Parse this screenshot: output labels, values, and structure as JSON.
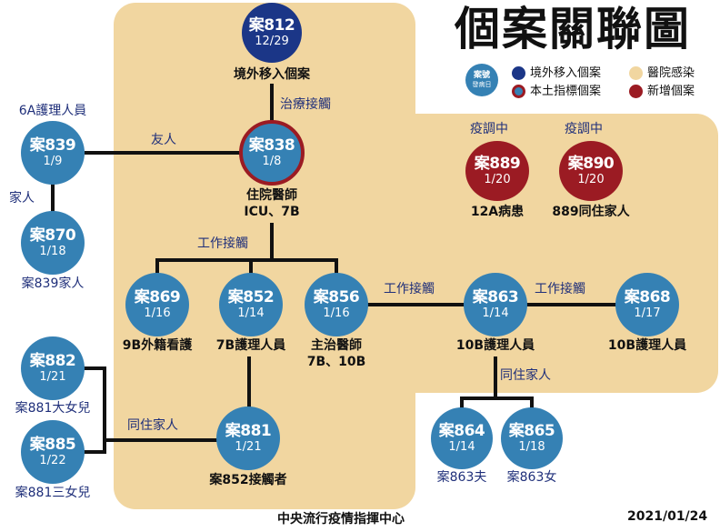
{
  "title": "個案關聯圖",
  "legend": {
    "key_badge": {
      "line1": "案號",
      "line2": "發病日"
    },
    "items": [
      {
        "label": "境外移入個案",
        "color": "#1b3687"
      },
      {
        "label": "醫院感染",
        "color": "#f1d6a0"
      },
      {
        "label": "本土指標個案",
        "color": "#3581b4",
        "border": "#9b1b23"
      },
      {
        "label": "新增個案",
        "color": "#9b1b23"
      }
    ]
  },
  "colors": {
    "imported": "#1b3687",
    "local": "#3581b4",
    "index_border": "#9b1b23",
    "new_case": "#9b1b23",
    "hospital_bg": "#f1d6a0",
    "relation_text": "#1f2f7a"
  },
  "nodes": {
    "c812": {
      "num": "案812",
      "date": "12/29",
      "label": "境外移入個案"
    },
    "c838": {
      "num": "案838",
      "date": "1/8",
      "label1": "住院醫師",
      "label2": "ICU、7B"
    },
    "c839": {
      "num": "案839",
      "date": "1/9",
      "label": "6A護理人員"
    },
    "c870": {
      "num": "案870",
      "date": "1/18",
      "label": "案839家人"
    },
    "c889": {
      "num": "案889",
      "date": "1/20",
      "status": "疫調中",
      "label": "12A病患"
    },
    "c890": {
      "num": "案890",
      "date": "1/20",
      "status": "疫調中",
      "label": "889同住家人"
    },
    "c869": {
      "num": "案869",
      "date": "1/16",
      "label": "9B外籍看護"
    },
    "c852": {
      "num": "案852",
      "date": "1/14",
      "label": "7B護理人員"
    },
    "c856": {
      "num": "案856",
      "date": "1/16",
      "label1": "主治醫師",
      "label2": "7B、10B"
    },
    "c863": {
      "num": "案863",
      "date": "1/14",
      "label": "10B護理人員"
    },
    "c868": {
      "num": "案868",
      "date": "1/17",
      "label": "10B護理人員"
    },
    "c882": {
      "num": "案882",
      "date": "1/21",
      "label": "案881大女兒"
    },
    "c885": {
      "num": "案885",
      "date": "1/22",
      "label": "案881三女兒"
    },
    "c881": {
      "num": "案881",
      "date": "1/21",
      "label": "案852接觸者"
    },
    "c864": {
      "num": "案864",
      "date": "1/14",
      "label": "案863夫"
    },
    "c865": {
      "num": "案865",
      "date": "1/18",
      "label": "案863女"
    }
  },
  "relations": {
    "r812_838": "治療接觸",
    "r839_838": "友人",
    "r839_870": "家人",
    "r838_group": "工作接觸",
    "r856_863": "工作接觸",
    "r863_868": "工作接觸",
    "r863_family": "同住家人",
    "r881_family": "同住家人"
  },
  "footer": {
    "source": "中央流行疫情指揮中心",
    "date": "2021/01/24"
  }
}
